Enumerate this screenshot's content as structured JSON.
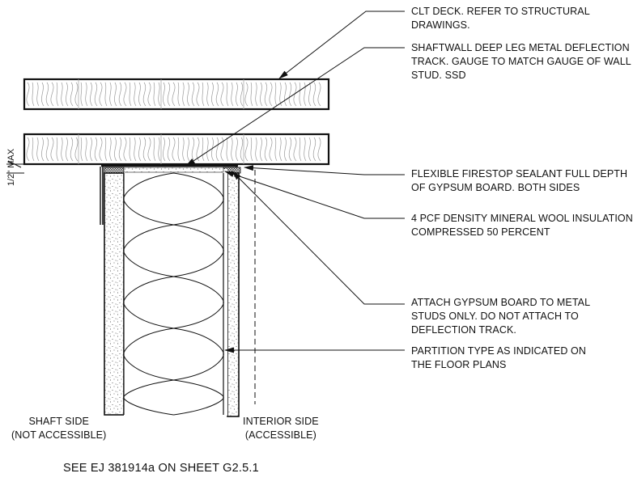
{
  "notes": {
    "clt_deck": [
      "CLT DECK. REFER TO STRUCTURAL",
      "DRAWINGS."
    ],
    "deflection_track": [
      "SHAFTWALL DEEP LEG METAL DEFLECTION",
      "TRACK. GAUGE TO MATCH GAUGE OF WALL",
      "STUD. SSD"
    ],
    "firestop": [
      "FLEXIBLE FIRESTOP SEALANT FULL DEPTH",
      "OF GYPSUM BOARD. BOTH SIDES"
    ],
    "mineral_wool": [
      "4 PCF DENSITY MINERAL WOOL INSULATION",
      "COMPRESSED 50 PERCENT"
    ],
    "attach_gypsum": [
      "ATTACH GYPSUM BOARD TO METAL",
      "STUDS ONLY. DO NOT ATTACH TO",
      "DEFLECTION TRACK."
    ],
    "partition_type": [
      "PARTITION TYPE AS INDICATED ON",
      "THE FLOOR PLANS"
    ]
  },
  "sides": {
    "shaft": [
      "SHAFT SIDE",
      "(NOT ACCESSIBLE)"
    ],
    "interior": [
      "INTERIOR SIDE",
      "(ACCESSIBLE)"
    ]
  },
  "dimension": "1/2\" MAX",
  "footer": "SEE EJ 381914a ON SHEET G2.5.1"
}
